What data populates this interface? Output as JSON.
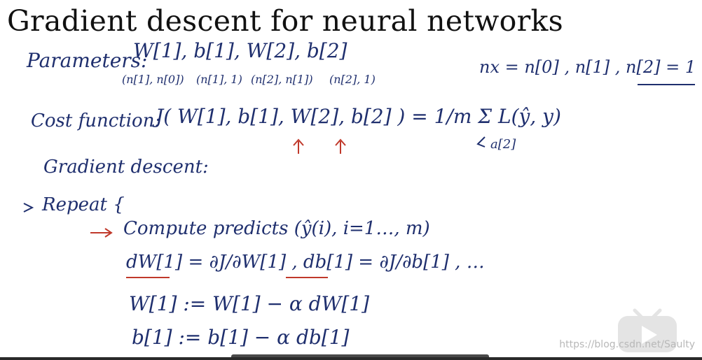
{
  "slide": {
    "title": "Gradient descent for neural networks",
    "watermark": "https://blog.csdn.net/Saulty"
  },
  "notes": {
    "parameters_label": "Parameters:",
    "parameters_list": "W[1], b[1], W[2], b[2]",
    "param_dims": [
      "(n[1], n[0])",
      "(n[1], 1)",
      "(n[2], n[1])",
      "(n[2], 1)"
    ],
    "layer_sizes": "nx = n[0] , n[1] , n[2] = 1",
    "cost_label": "Cost function:",
    "cost_expr": "J( W[1], b[1], W[2], b[2] ) = 1/m Σ L(ŷ, y)",
    "cost_annotation": "a[2]",
    "gd_label": "Gradient descent:",
    "repeat_label": "Repeat {",
    "compute_line": "Compute predicts (ŷ(i), i=1…, m)",
    "dw_line": "dW[1] = ∂J/∂W[1] ,   db[1] = ∂J/∂b[1] , …",
    "w_update": "W[1] := W[1] − α dW[1]",
    "b_update": "b[1] := b[1] − α db[1]"
  },
  "colors": {
    "ink": "#1f2f6e",
    "red_ink": "#c0392b",
    "title": "#111111"
  },
  "icons": {
    "logo": "play-tv-icon"
  }
}
